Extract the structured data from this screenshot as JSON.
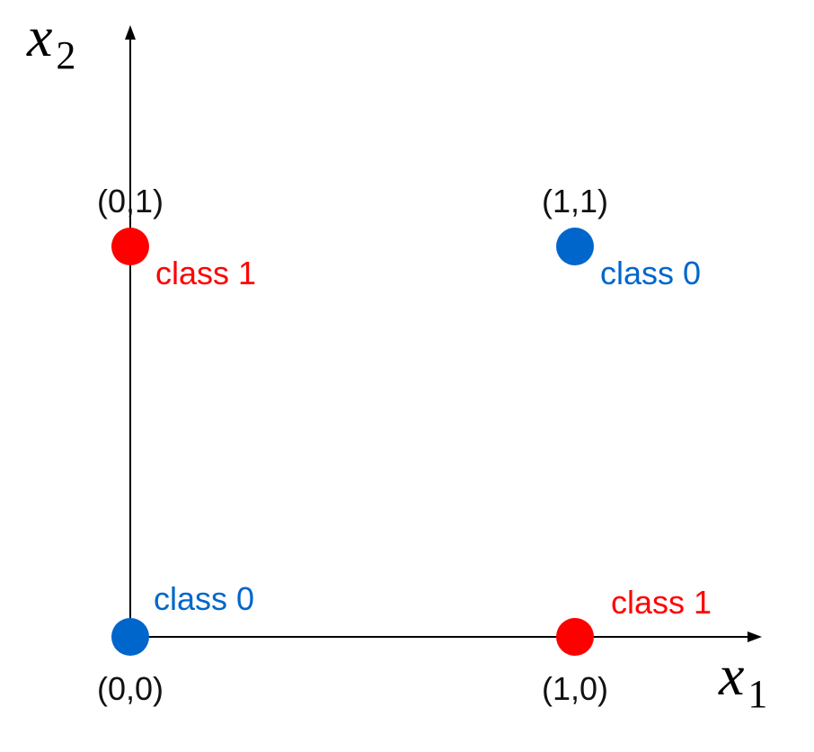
{
  "chart_data": {
    "type": "scatter",
    "title": "",
    "xlabel": {
      "var": "x",
      "sub": "1"
    },
    "ylabel": {
      "var": "x",
      "sub": "2"
    },
    "xlim": [
      0,
      1
    ],
    "ylim": [
      0,
      1
    ],
    "grid": false,
    "points": [
      {
        "x": 0,
        "y": 0,
        "coord_label": "(0,0)",
        "class_label": "class 0",
        "color": "#0066cc"
      },
      {
        "x": 1,
        "y": 0,
        "coord_label": "(1,0)",
        "class_label": "class 1",
        "color": "#ff0000"
      },
      {
        "x": 0,
        "y": 1,
        "coord_label": "(0,1)",
        "class_label": "class 1",
        "color": "#ff0000"
      },
      {
        "x": 1,
        "y": 1,
        "coord_label": "(1,1)",
        "class_label": "class 0",
        "color": "#0066cc"
      }
    ]
  },
  "colors": {
    "class_0": "#0066cc",
    "class_1": "#ff0000",
    "axis": "#000000"
  }
}
